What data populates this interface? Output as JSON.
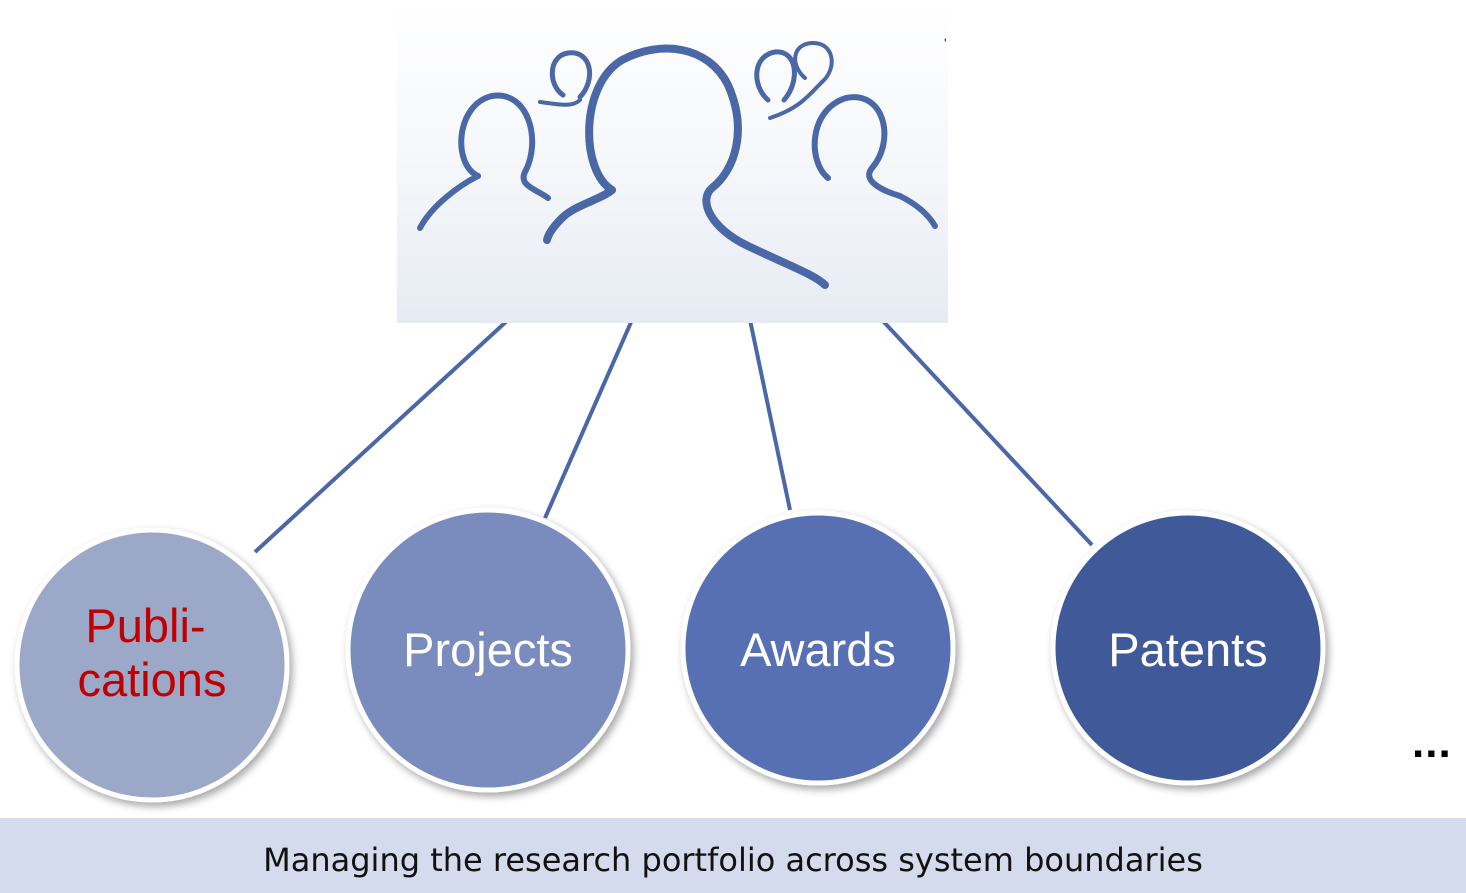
{
  "diagram": {
    "hub": {
      "icon": "people-group-icon",
      "icon_color": "#4a67a6",
      "background_color": "#eef2f8"
    },
    "nodes": [
      {
        "id": "publications",
        "lines": [
          "Publi-",
          "cations"
        ],
        "fill": "#9ba8c8",
        "text_color": "#c00000"
      },
      {
        "id": "projects",
        "lines": [
          "Projects"
        ],
        "fill": "#7a8cbd",
        "text_color": "#ffffff"
      },
      {
        "id": "awards",
        "lines": [
          "Awards"
        ],
        "fill": "#5670b3",
        "text_color": "#ffffff"
      },
      {
        "id": "patents",
        "lines": [
          "Patents"
        ],
        "fill": "#3f5a99",
        "text_color": "#ffffff"
      }
    ],
    "connector_color": "#4a67a6",
    "more_indicator": "..."
  },
  "caption": {
    "text": "Managing the research portfolio across system boundaries",
    "background_color": "#d3dbec"
  }
}
